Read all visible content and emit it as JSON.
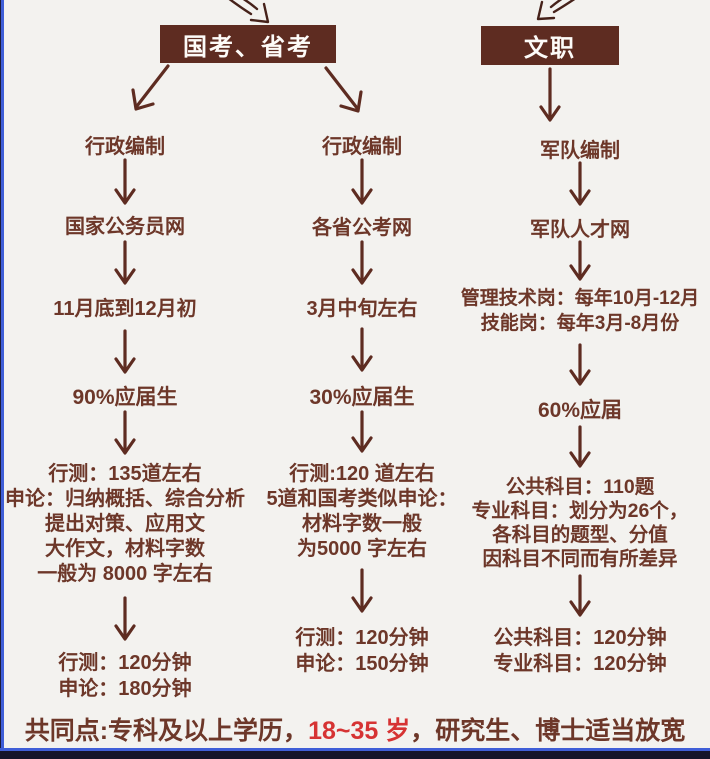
{
  "theme": {
    "background": "#f3f2ef",
    "box_brown": "#5e2c21",
    "text_brown": "#6d3729",
    "highlight_red": "#d63333",
    "frame_blue": "#3f5ed7",
    "bottom_navy": "#14142a"
  },
  "top": {
    "branch_left": "国考、省考",
    "branch_right": "文职"
  },
  "columns": [
    {
      "id": "guokao",
      "establishment": "行政编制",
      "website": "国家公务员网",
      "timing": "11月底到12月初",
      "fresh_rate": "90%应届生",
      "exam_lines": [
        "行测：135道左右",
        "申论：归纳概括、综合分析",
        "提出对策、应用文",
        "大作文，材料字数",
        "一般为 8000 字左右"
      ],
      "duration_lines": [
        "行测：120分钟",
        "申论：180分钟"
      ]
    },
    {
      "id": "shengkao",
      "establishment": "行政编制",
      "website": "各省公考网",
      "timing": "3月中旬左右",
      "fresh_rate": "30%应届生",
      "exam_lines": [
        "行测:120 道左右",
        "5道和国考类似申论：",
        "材料字数一般",
        "为5000 字左右"
      ],
      "duration_lines": [
        "行测：120分钟",
        "申论：150分钟"
      ]
    },
    {
      "id": "wenzhi",
      "establishment": "军队编制",
      "website": "军队人才网",
      "schedule_lines": [
        "管理技术岗：每年10月-12月",
        "技能岗：每年3月-8月份"
      ],
      "fresh_rate": "60%应届",
      "exam_lines": [
        "公共科目：110题",
        "专业科目：划分为26个，",
        "各科目的题型、分值",
        "因科目不同而有所差异"
      ],
      "duration_lines": [
        "公共科目：120分钟",
        "专业科目：120分钟"
      ]
    }
  ],
  "footer": {
    "prefix": "共同点:专科及以上学历，",
    "age_highlight": "18~35 岁",
    "suffix": "，研究生、博士适当放宽"
  }
}
